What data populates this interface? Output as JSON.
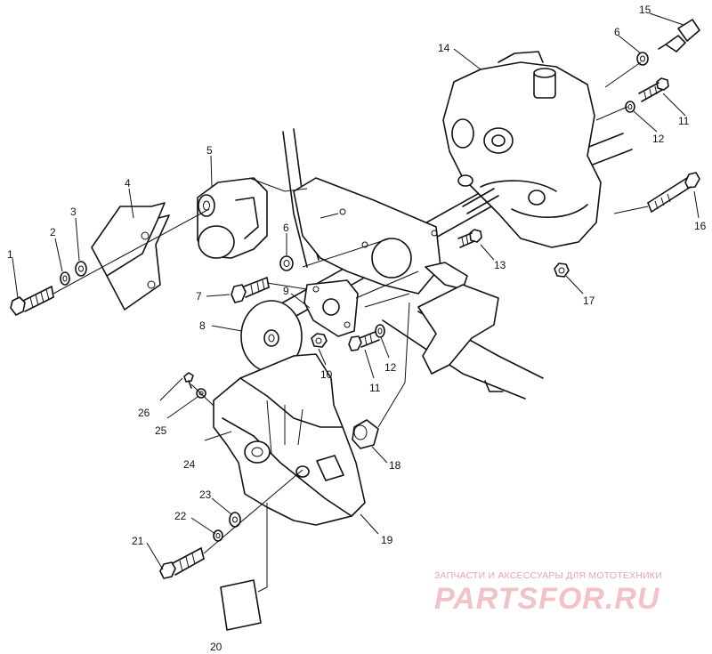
{
  "callouts": [
    "1",
    "2",
    "3",
    "4",
    "5",
    "6",
    "6",
    "7",
    "8",
    "9",
    "10",
    "11",
    "11",
    "12",
    "12",
    "13",
    "14",
    "15",
    "16",
    "17",
    "18",
    "19",
    "20",
    "21",
    "22",
    "23",
    "24",
    "25",
    "26"
  ],
  "watermark": {
    "tagline": "ЗАПЧАСТИ И АКСЕССУАРЫ ДЛЯ МОТОТЕХНИКИ",
    "brand": "PARTSFOR.RU",
    "color": "#e8a6ac"
  },
  "colors": {
    "line": "#111111",
    "background": "#ffffff"
  }
}
